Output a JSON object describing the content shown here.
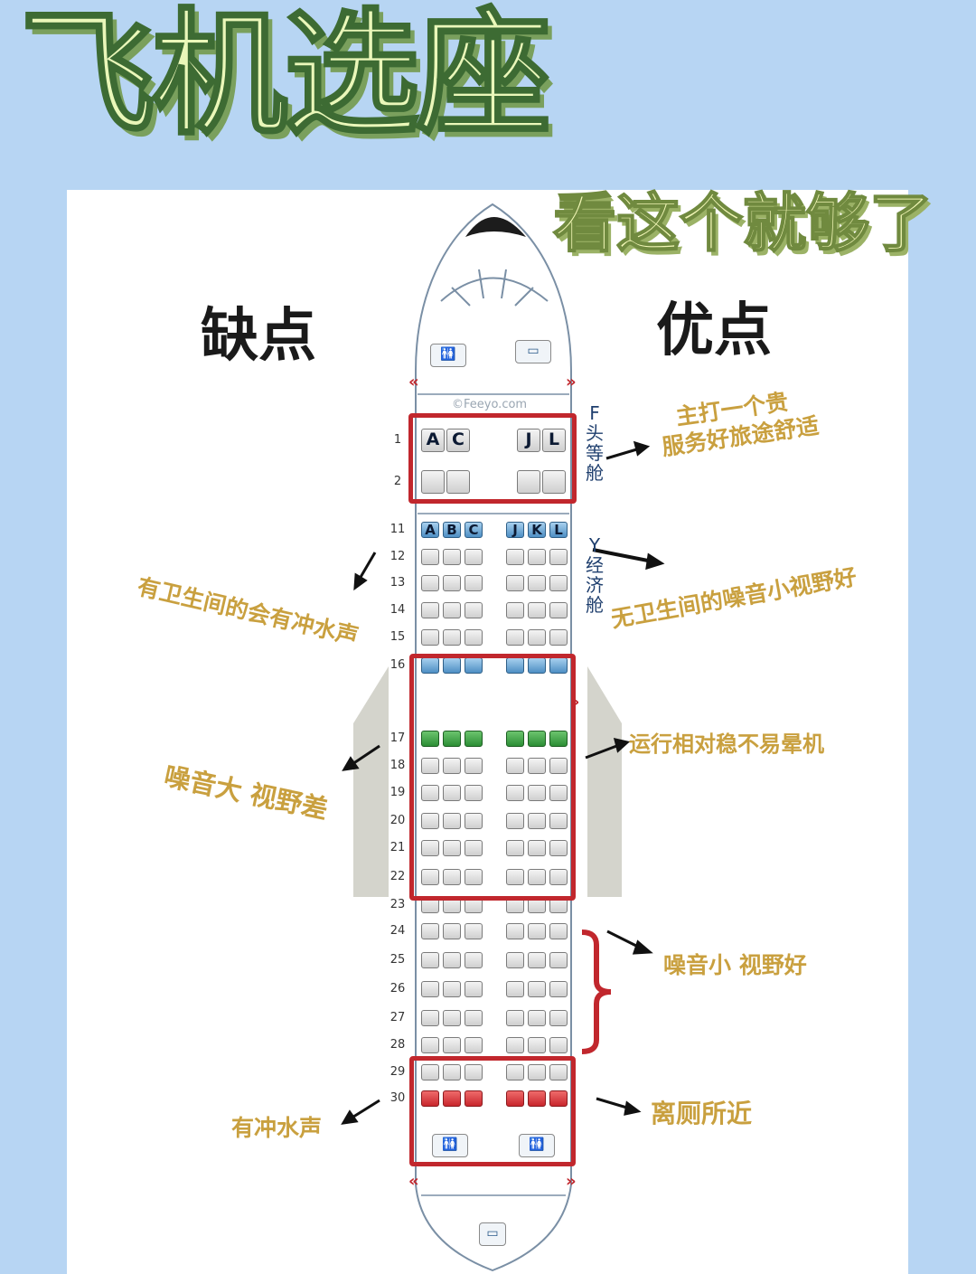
{
  "title": "飞机选座",
  "subtitle": "看这个就够了",
  "headings": {
    "cons": "缺点",
    "pros": "优点"
  },
  "watermark": "©Feeyo.com",
  "cabins": {
    "first": {
      "code": "F",
      "name": "头等舱"
    },
    "economy": {
      "code": "Y",
      "name": "经济舱"
    }
  },
  "rows": [
    "1",
    "2",
    "11",
    "12",
    "13",
    "14",
    "15",
    "16",
    "17",
    "18",
    "19",
    "20",
    "21",
    "22",
    "23",
    "24",
    "25",
    "26",
    "27",
    "28",
    "29",
    "30"
  ],
  "seat_letters": {
    "first_left": [
      "A",
      "C"
    ],
    "first_right": [
      "J",
      "L"
    ],
    "econ_left": [
      "A",
      "B",
      "C"
    ],
    "econ_right": [
      "J",
      "K",
      "L"
    ]
  },
  "annotations": {
    "first_class_pro": [
      "主打一个贵",
      "服务好旅途舒适"
    ],
    "front_econ_con": "有卫生间的会有冲水声",
    "front_econ_pro": "无卫生间的噪音小视野好",
    "wing_con": "噪音大 视野差",
    "wing_pro": "运行相对稳不易晕机",
    "mid_rear_pro": "噪音小 视野好",
    "rear_con": "有冲水声",
    "rear_pro": "离厕所近"
  },
  "icons": [
    "lavatory-icon",
    "galley-icon",
    "exit-chevron-icon",
    "arrow-icon"
  ],
  "colors": {
    "background": "#b7d5f3",
    "highlight_box": "#c1272d",
    "annotation_text": "#c9a03f",
    "exit_row_seat": "#4e8fc4",
    "wing_row_seat": "#2c8e35",
    "rear_row_seat": "#c8262c"
  }
}
